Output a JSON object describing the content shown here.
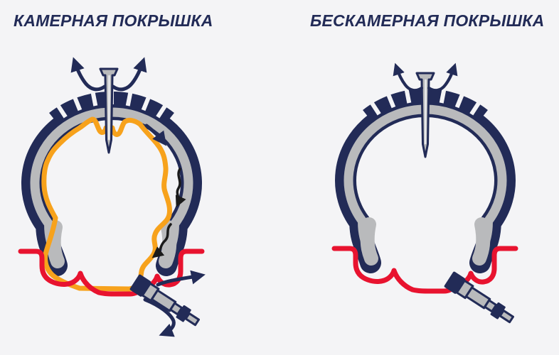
{
  "panels": {
    "left": {
      "title": "КАМЕРНАЯ ПОКРЫШКА"
    },
    "right": {
      "title": "БЕСКАМЕРНАЯ ПОКРЫШКА"
    }
  },
  "legend": {
    "tire_color_name": "navy",
    "rim_color_name": "red",
    "inner_tube_color_name": "orange",
    "liner_color_name": "gray"
  },
  "colors": {
    "navy": "#222b57",
    "gray": "#b9babc",
    "metal_highlight": "#e9eaec",
    "orange": "#f7a21c",
    "red": "#e8132f",
    "ink": "#1b1b1b",
    "background": "#f4f4f6"
  }
}
